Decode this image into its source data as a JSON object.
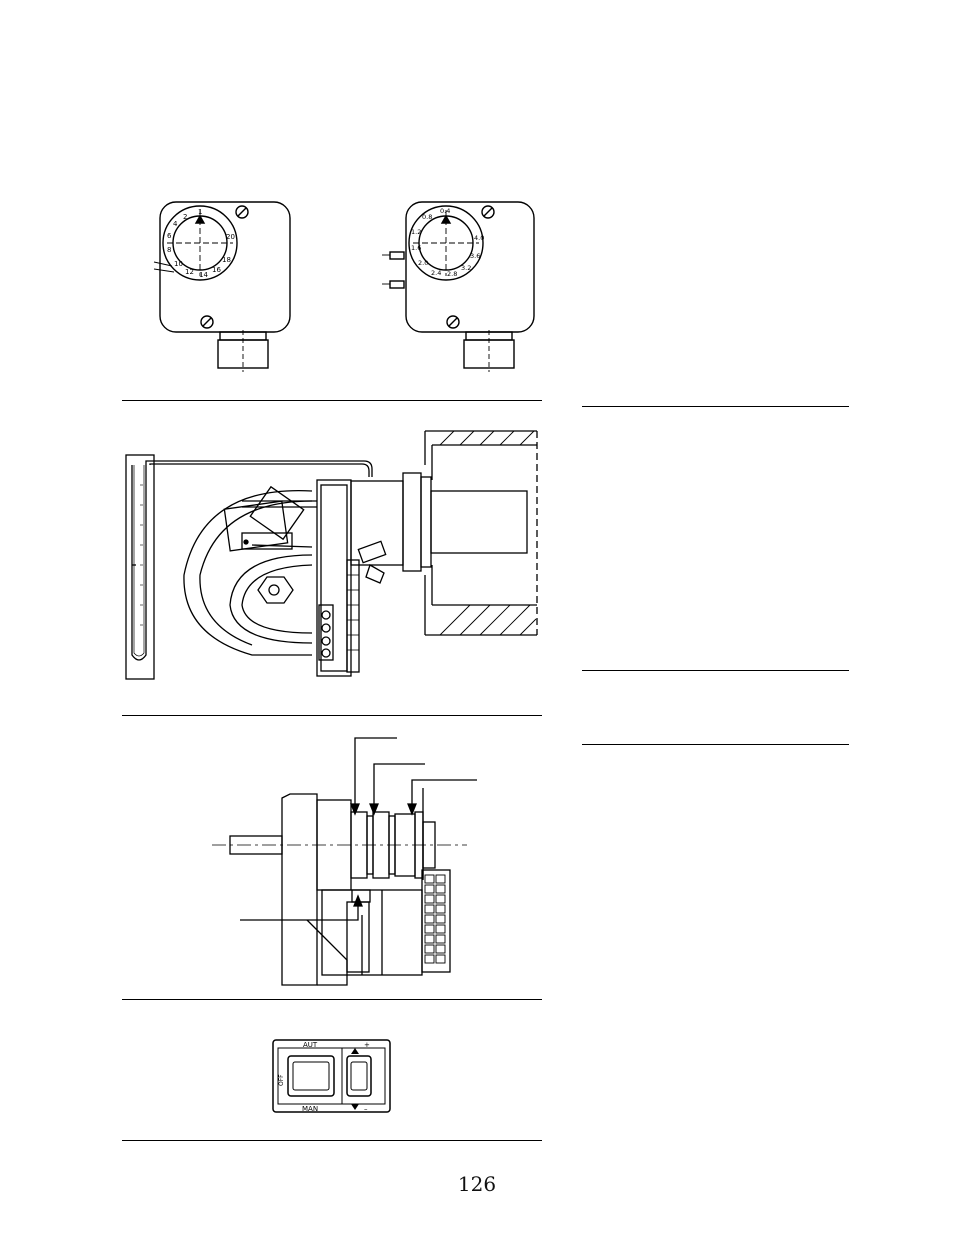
{
  "page": {
    "number": "126"
  },
  "pressure_switches": {
    "left_dial_scale": [
      "1",
      "2",
      "4",
      "6",
      "8",
      "10",
      "12",
      "14",
      "16",
      "18",
      "20"
    ],
    "right_dial_scale": [
      "0.4",
      "0.8",
      "1.2",
      "1.6",
      "2.0",
      "2.4",
      "2.8",
      "3.2",
      "3.6",
      "4.0"
    ]
  },
  "control_switch": {
    "label_top": "AUT",
    "label_bottom": "MAN",
    "label_left": "OFF",
    "label_plus": "+",
    "label_minus": "–"
  },
  "colors": {
    "ink": "#000000",
    "paper": "#ffffff"
  }
}
